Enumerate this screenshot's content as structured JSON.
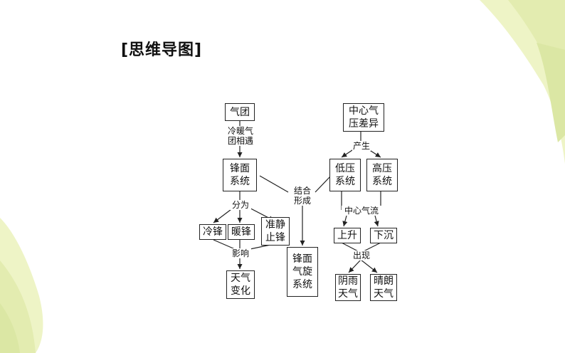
{
  "title": "[思维导图]",
  "nodes": {
    "qituan": "气团",
    "fengmian": "锋面\n系统",
    "lengfeng": "冷锋",
    "nuanfeng": "暖锋",
    "zhunjing": "准静\n止锋",
    "tianqi": "天气\n变化",
    "zhongxin": "中心气\n压差异",
    "diya": "低压\n系统",
    "gaoya": "高压\n系统",
    "fmqx": "锋面\n气旋\n系统",
    "shangsheng": "上升",
    "xiachen": "下沉",
    "yinyu": "阴雨\n天气",
    "qinglang": "晴朗\n天气"
  },
  "labels": {
    "lengnuan": "冷暖气\n团相遇",
    "fenwei": "分为",
    "yingxiang": "影响",
    "jiehe": "结合\n形成",
    "chansheng": "产生",
    "qiliu": "中心气流",
    "chuxian": "出现"
  },
  "colors": {
    "leaf": "#e6efb5",
    "leaf_dark": "#d6e39a",
    "ink": "#222222"
  }
}
